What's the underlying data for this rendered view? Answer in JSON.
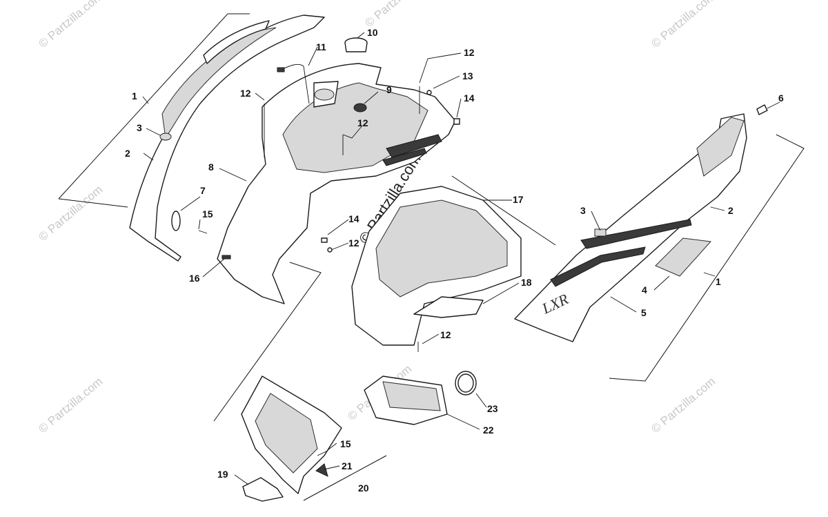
{
  "watermark": {
    "text": "© Partzilla.com",
    "center_text": "© Partzilla.com"
  },
  "decal_text": "LXR",
  "callouts": {
    "c1_left": "1",
    "c1_right": "1",
    "c2_left": "2",
    "c2_right": "2",
    "c3_left": "3",
    "c3_right": "3",
    "c4": "4",
    "c5": "5",
    "c6": "6",
    "c7": "7",
    "c8": "8",
    "c9": "9",
    "c10": "10",
    "c11": "11",
    "c12_a": "12",
    "c12_b": "12",
    "c12_c": "12",
    "c12_d": "12",
    "c12_e": "12",
    "c13": "13",
    "c14_a": "14",
    "c14_b": "14",
    "c15_a": "15",
    "c15_b": "15",
    "c16": "16",
    "c17": "17",
    "c18": "18",
    "c19": "19",
    "c20": "20",
    "c21": "21",
    "c22": "22",
    "c23": "23"
  }
}
